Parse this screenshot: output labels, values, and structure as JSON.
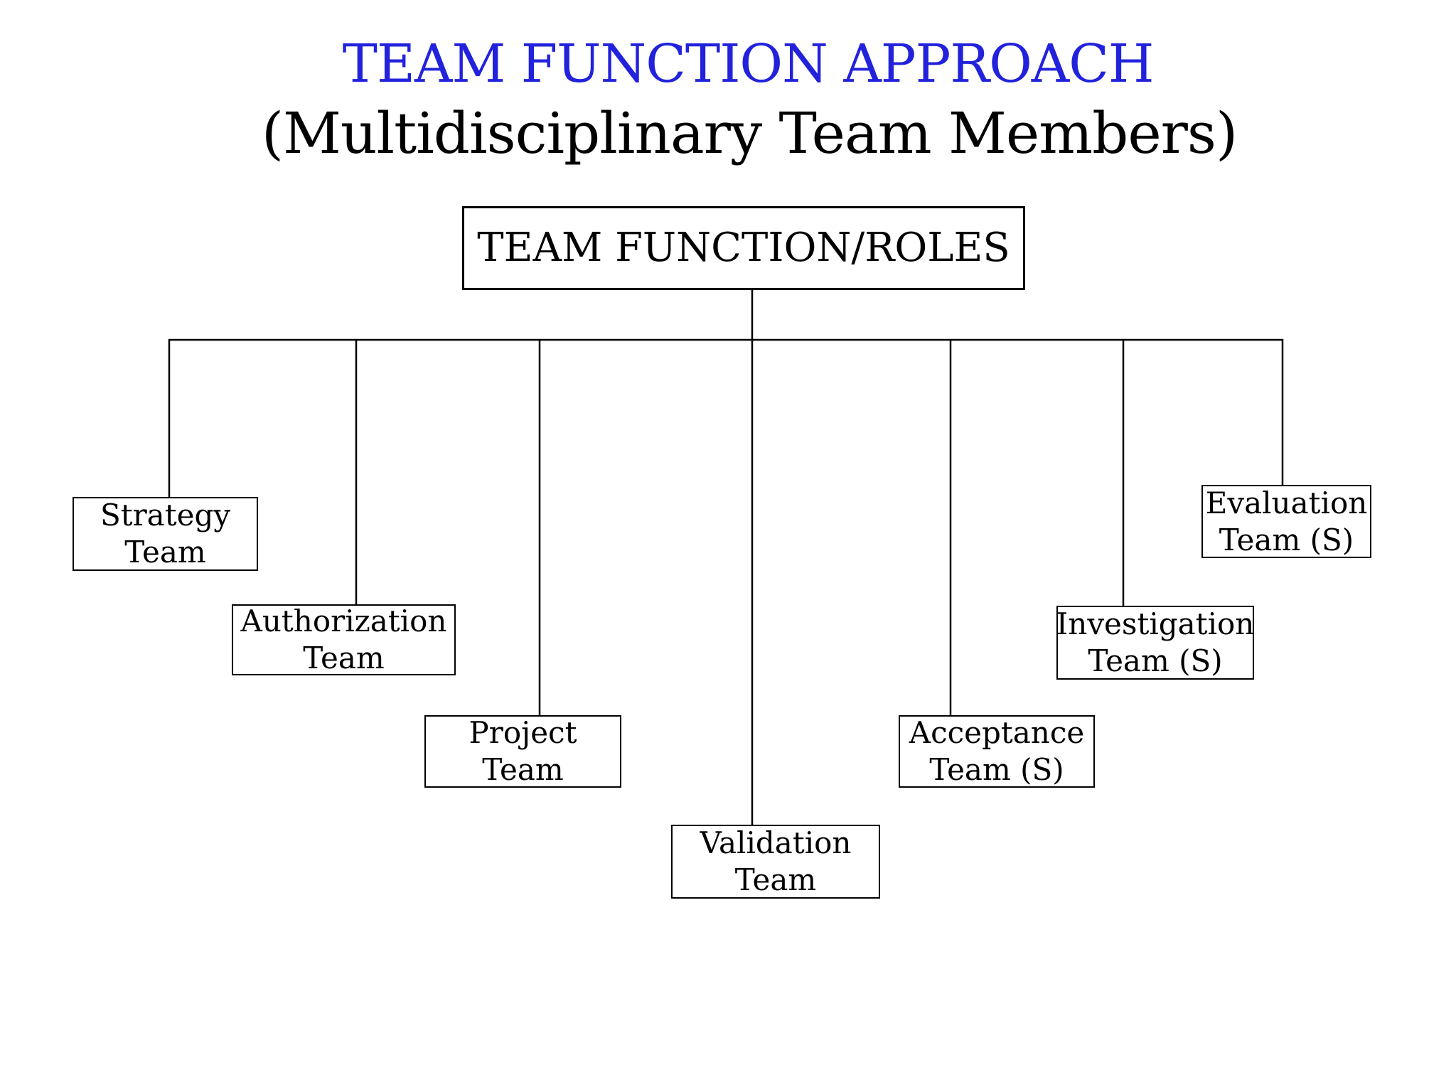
{
  "slide": {
    "title": "TEAM FUNCTION APPROACH",
    "subtitle": "(Multidisciplinary Team Members)",
    "title_color": "#2222dd",
    "text_color": "#000000",
    "line_color": "#000000",
    "background_color": "#ffffff"
  },
  "diagram": {
    "type": "org-chart",
    "root": {
      "label": "TEAM FUNCTION/ROLES"
    },
    "children": [
      {
        "label": "Strategy\nTeam"
      },
      {
        "label": "Authorization\nTeam"
      },
      {
        "label": "Project\nTeam"
      },
      {
        "label": "Validation\nTeam"
      },
      {
        "label": "Acceptance\nTeam (S)"
      },
      {
        "label": "Investigation\nTeam (S)"
      },
      {
        "label": "Evaluation\nTeam (S)"
      }
    ]
  }
}
